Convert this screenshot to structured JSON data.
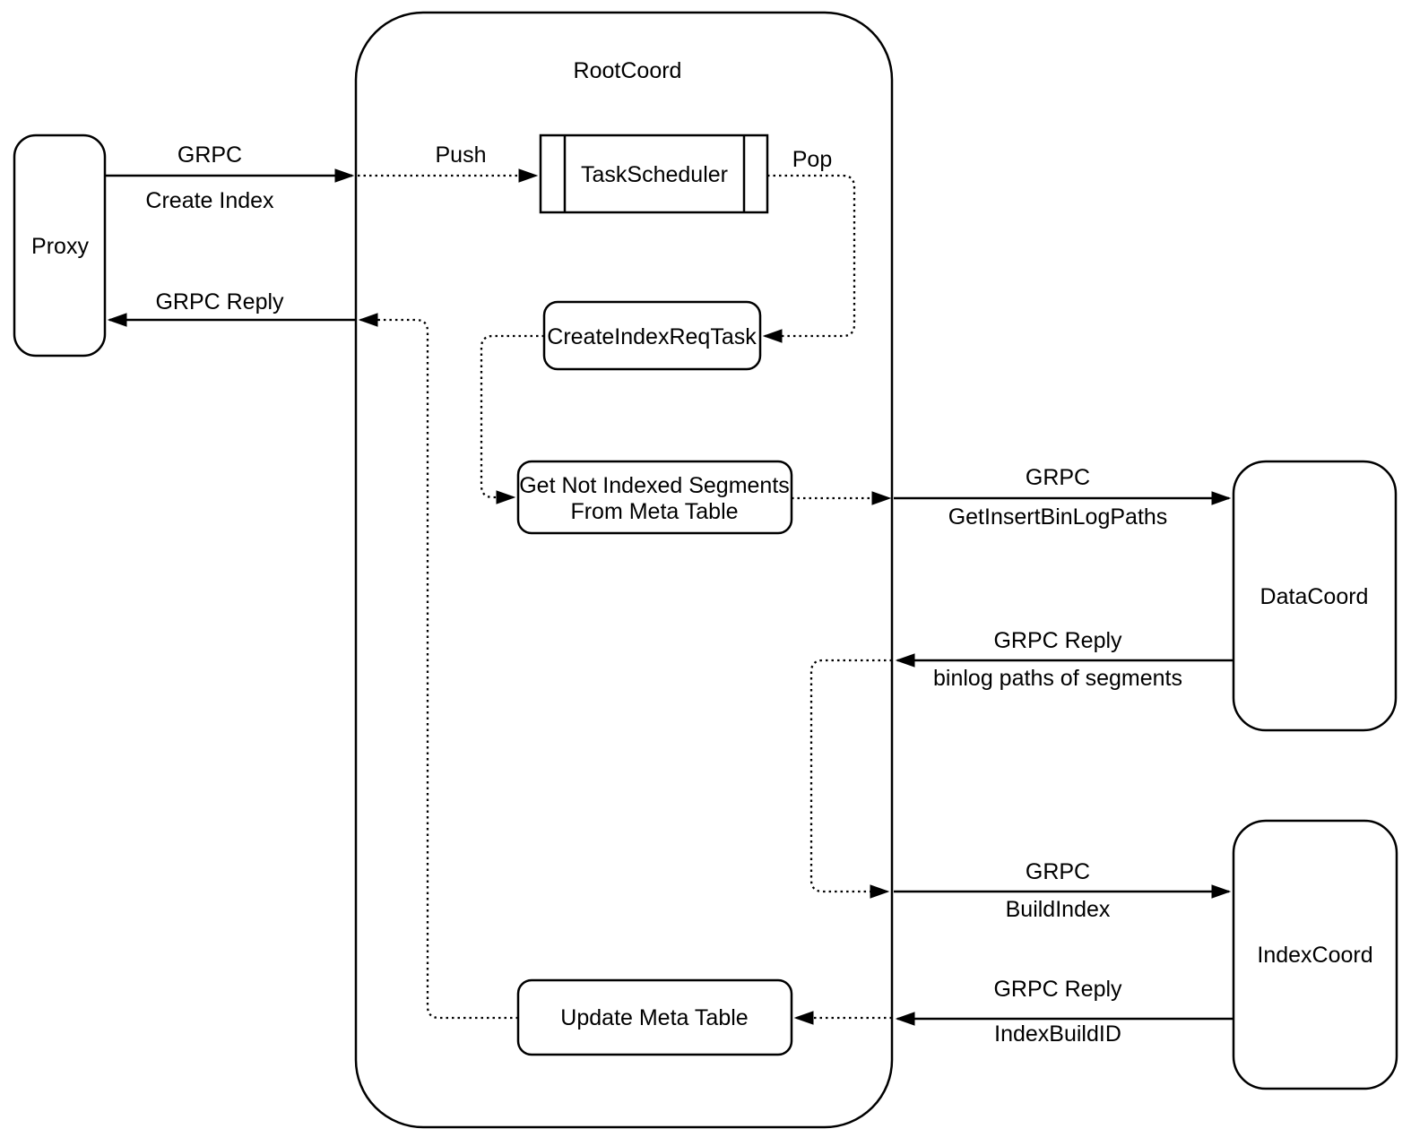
{
  "diagram": {
    "colors": {
      "stroke": "#000000",
      "background": "#ffffff"
    },
    "nodes": {
      "proxy": {
        "label": "Proxy"
      },
      "rootcoord": {
        "label": "RootCoord"
      },
      "taskscheduler": {
        "label": "TaskScheduler"
      },
      "create_index_req_task": {
        "label": "CreateIndexReqTask"
      },
      "get_not_indexed": {
        "lines": [
          "Get Not Indexed Segments",
          "From Meta Table"
        ]
      },
      "update_meta": {
        "label": "Update Meta Table"
      },
      "datacoord": {
        "label": "DataCoord"
      },
      "indexcoord": {
        "label": "IndexCoord"
      }
    },
    "edges": {
      "create_index": {
        "protocol": "GRPC",
        "method": "Create Index"
      },
      "push": {
        "label": "Push"
      },
      "pop": {
        "label": "Pop"
      },
      "get_insert_binlog": {
        "protocol": "GRPC",
        "method": "GetInsertBinLogPaths"
      },
      "binlog_reply": {
        "protocol": "GRPC Reply",
        "method": "binlog paths of segments"
      },
      "build_index": {
        "protocol": "GRPC",
        "method": "BuildIndex"
      },
      "index_build_id": {
        "protocol": "GRPC Reply",
        "method": "IndexBuildID"
      },
      "grpc_reply_proxy": {
        "label": "GRPC Reply"
      }
    }
  }
}
